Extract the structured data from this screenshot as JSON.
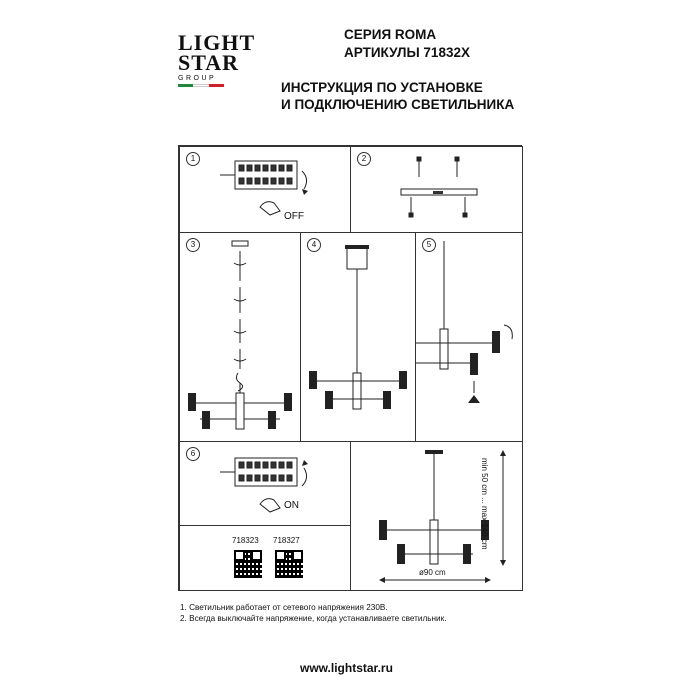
{
  "logo": {
    "line1": "LIGHT",
    "line2": "STAR",
    "line3": "GROUP",
    "flag_colors": [
      "#1f8a3b",
      "#ffffff",
      "#d0202a"
    ]
  },
  "header": {
    "series": "СЕРИЯ ROMA",
    "articles": "АРТИКУЛЫ 71832X",
    "title_line1": "ИНСТРУКЦИЯ ПО УСТАНОВКЕ",
    "title_line2": "И ПОДКЛЮЧЕНИЮ СВЕТИЛЬНИКА"
  },
  "steps": {
    "s1": {
      "number": "1",
      "label": "OFF"
    },
    "s2": {
      "number": "2"
    },
    "s3": {
      "number": "3"
    },
    "s4": {
      "number": "4"
    },
    "s5": {
      "number": "5"
    },
    "s6": {
      "number": "6",
      "label": "ON"
    }
  },
  "qr": {
    "code1": "718323",
    "code2": "718327"
  },
  "dimensions": {
    "height": "min 50 cm ... max 140 cm",
    "width": "ø90 cm"
  },
  "notes": [
    "1. Светильник работает от сетевого напряжения 230В.",
    "2. Всегда выключайте напряжение, когда устанавливаете светильник."
  ],
  "website": "www.lightstar.ru"
}
